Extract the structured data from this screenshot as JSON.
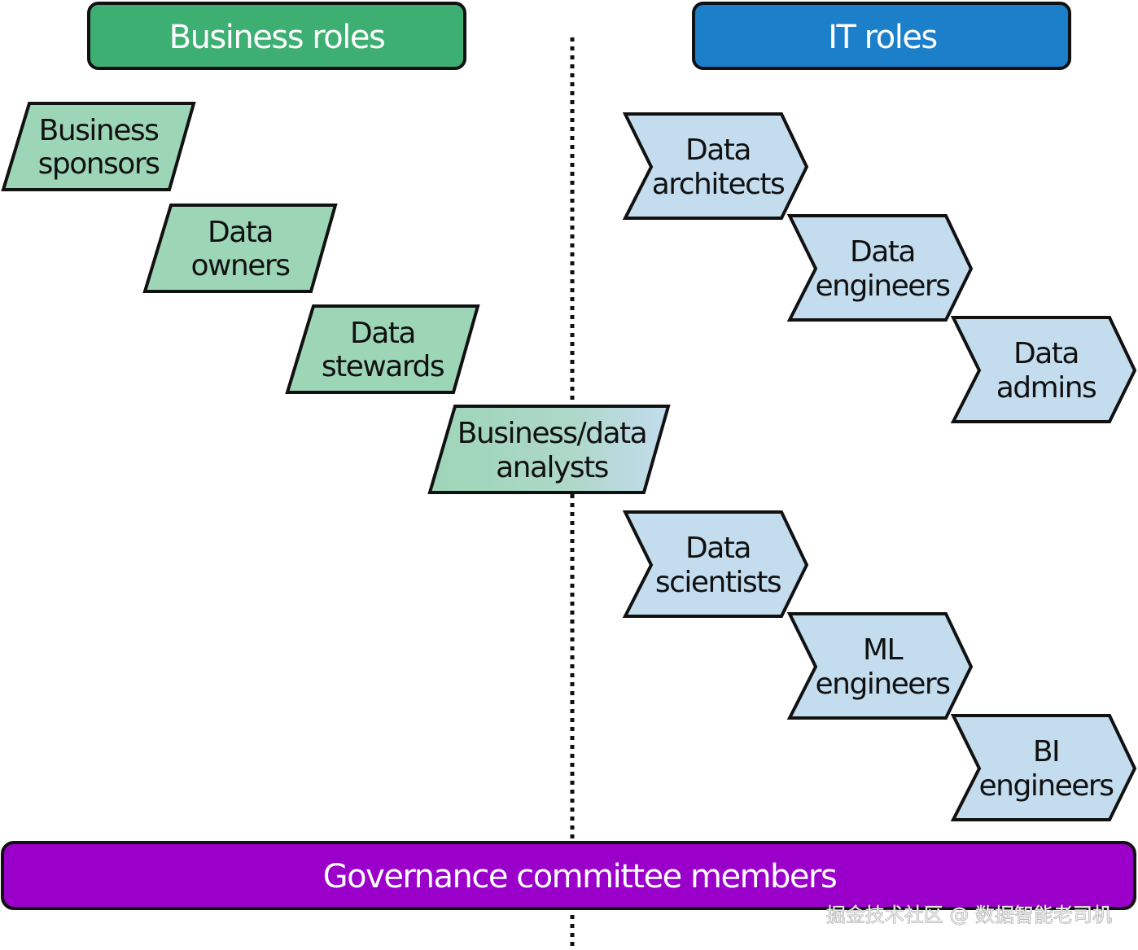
{
  "headers": {
    "business": "Business roles",
    "it": "IT roles"
  },
  "business_roles": [
    [
      "Business",
      "sponsors"
    ],
    [
      "Data",
      "owners"
    ],
    [
      "Data",
      "stewards"
    ],
    [
      "Business/data",
      "analysts"
    ]
  ],
  "it_roles": [
    [
      "Data",
      "architects"
    ],
    [
      "Data",
      "engineers"
    ],
    [
      "Data",
      "admins"
    ],
    [
      "Data",
      "scientists"
    ],
    [
      "ML",
      "engineers"
    ],
    [
      "BI",
      "engineers"
    ]
  ],
  "footer": "Governance committee members",
  "watermark": "掘金技术社区 @ 数据智能老司机",
  "colors": {
    "business_header": "#3daf73",
    "it_header": "#1b7fc9",
    "business_shape": "#9dd5b7",
    "it_shape": "#c3dcee",
    "footer": "#9a00c9",
    "stroke": "#111111"
  }
}
